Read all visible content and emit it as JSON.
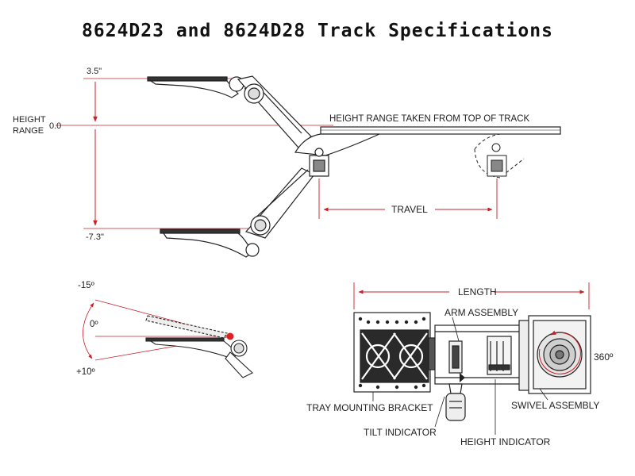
{
  "title": "8624D23 and 8624D28 Track Specifications",
  "side_view": {
    "top_value": "3.5\"",
    "height_range_label_line1": "HEIGHT",
    "height_range_label_line2": "RANGE",
    "zero_value": "0.0",
    "bottom_value": "-7.3\"",
    "height_note": "HEIGHT RANGE TAKEN FROM TOP OF TRACK",
    "travel_label": "TRAVEL"
  },
  "tilt_view": {
    "up_angle": "-15º",
    "level_angle": "0º",
    "down_angle": "+10º"
  },
  "top_view": {
    "length_label": "LENGTH",
    "arm_assembly": "ARM ASSEMBLY",
    "rotation": "360º",
    "tray_mounting_bracket": "TRAY MOUNTING BRACKET",
    "swivel_assembly": "SWIVEL ASSEMBLY",
    "tilt_indicator": "TILT INDICATOR",
    "height_indicator": "HEIGHT INDICATOR"
  },
  "colors": {
    "dimension_line": "#c8202a",
    "outline": "#222222",
    "indicator_dot": "#e02020"
  }
}
